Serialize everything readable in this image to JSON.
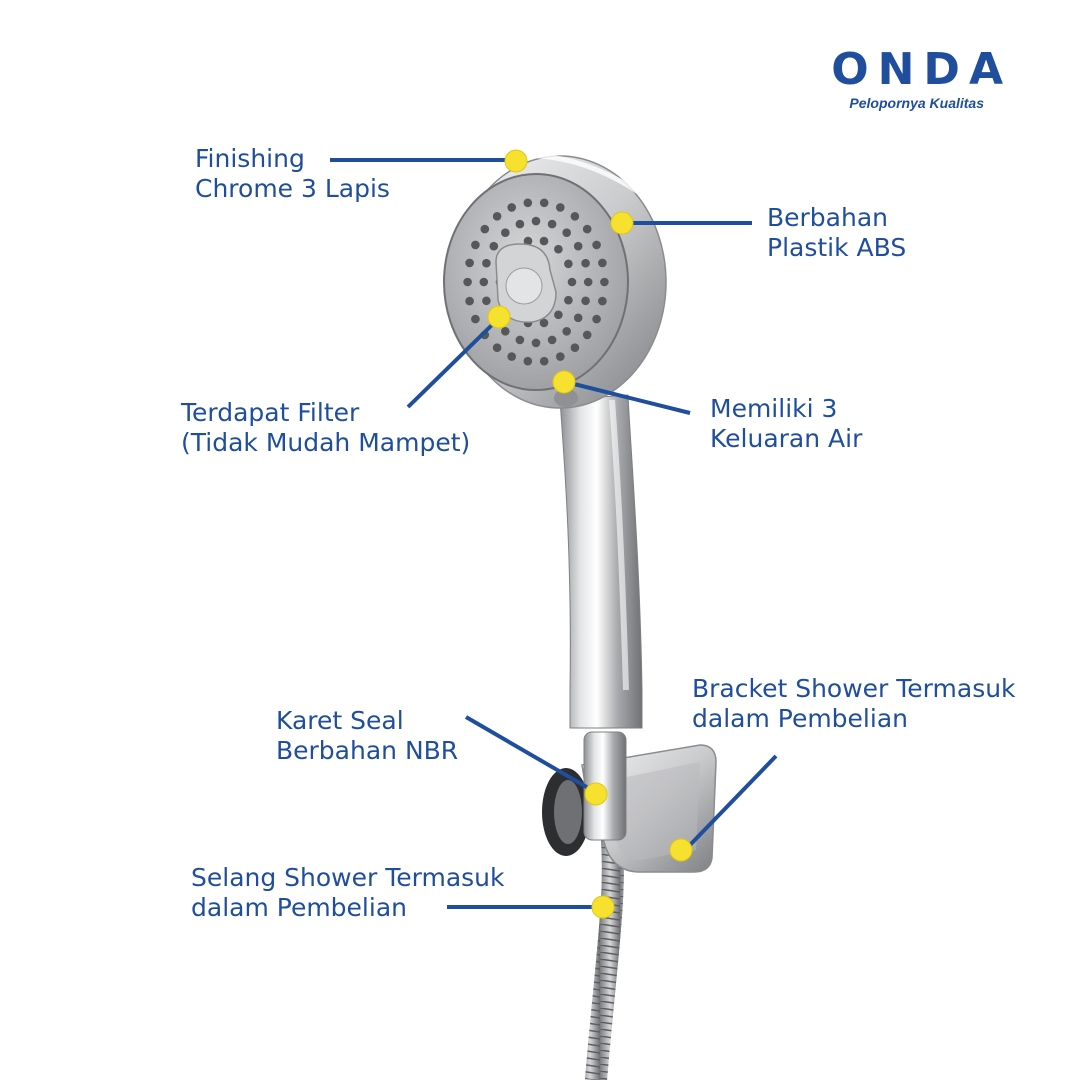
{
  "brand": {
    "logo_text": "ONDA",
    "tagline": "Pelopornya Kualitas",
    "color": "#1f4e9c"
  },
  "marker_color": "#f5e12e",
  "callouts": {
    "finishing": {
      "line1": "Finishing",
      "line2": "Chrome 3 Lapis"
    },
    "material": {
      "line1": "Berbahan",
      "line2": "Plastik ABS"
    },
    "filter": {
      "line1": "Terdapat Filter",
      "line2": "(Tidak Mudah Mampet)"
    },
    "outlets": {
      "line1": "Memiliki 3",
      "line2": "Keluaran Air"
    },
    "bracket": {
      "line1": "Bracket Shower Termasuk",
      "line2": "dalam Pembelian"
    },
    "seal": {
      "line1": "Karet Seal",
      "line2": "Berbahan NBR"
    },
    "hose": {
      "line1": "Selang Shower Termasuk",
      "line2": "dalam Pembelian"
    }
  }
}
